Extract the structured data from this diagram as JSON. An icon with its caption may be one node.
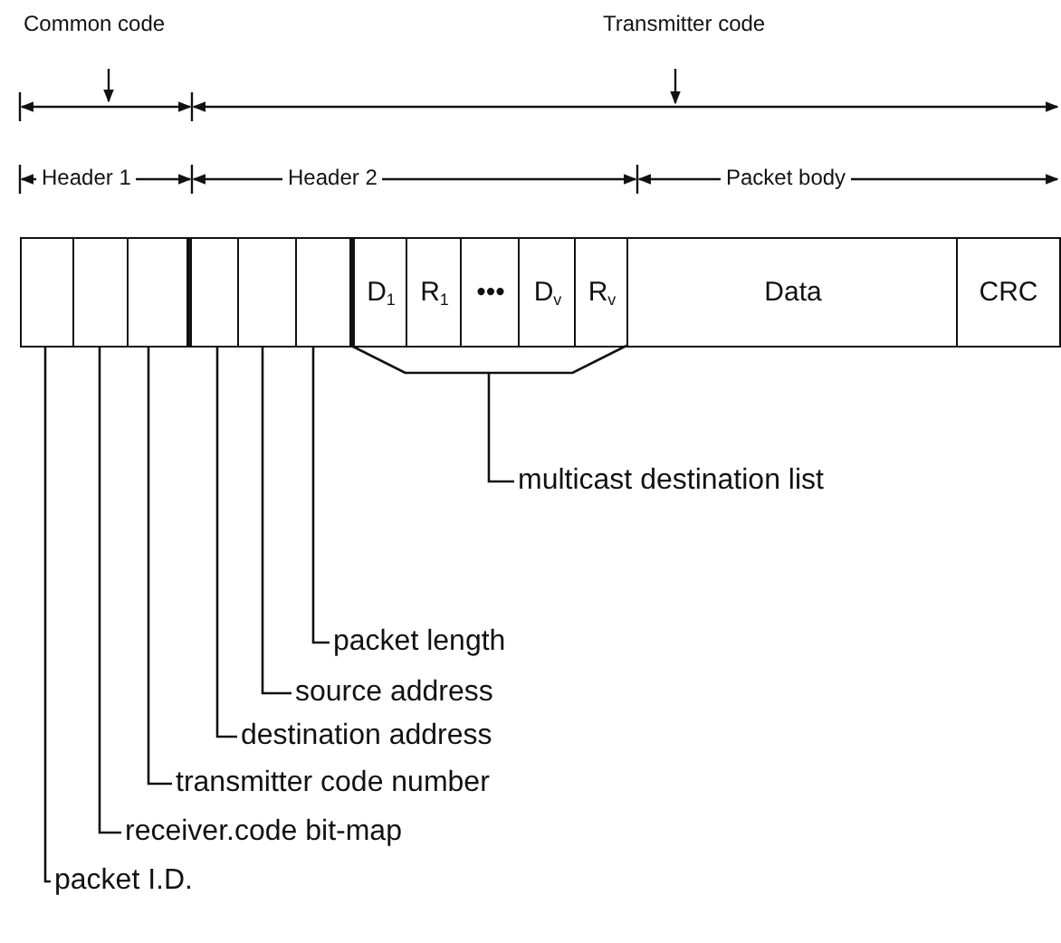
{
  "diagram": {
    "nodes": [
      {
        "text": [],
        "shape": "box"
      },
      {
        "text": [],
        "shape": "box"
      },
      {
        "text": [],
        "shape": "box"
      },
      {
        "text": [],
        "shape": "box"
      },
      {
        "text": [],
        "shape": "box"
      },
      {
        "text": [],
        "shape": "box"
      },
      {
        "text": [
          "D$_{1}$"
        ]
      },
      {
        "text": [
          "R$_{1}$"
        ]
      },
      {
        "text": [
          "•••"
        ]
      },
      {
        "text": [
          "D$_{v}$"
        ]
      },
      {
        "text": [
          "R$_{v}$"
        ]
      },
      {
        "text": [
          "Data"
        ]
      },
      {
        "text": [
          "CRC"
        ]
      },
      {
        "text": [],
        "shape": "bracket"
      },
      {
        "text": [
          "multicast destination list"
        ]
      },
      {
        "text": [
          "packet length"
        ]
      },
      {
        "text": [
          "source address"
        ]
      },
      {
        "text": [
          "destination address"
        ]
      },
      {
        "text": [
          "transmitter code number"
        ]
      },
      {
        "text": [
          "receiver.code bit-map"
        ]
      },
      {
        "text": [
          "packet I.D."
        ]
      }
    ],
    "edges": [
      {
        "from": 14,
        "to": 13,
        "arrow": "none"
      },
      {
        "from": 15,
        "to": 5,
        "arrow": "none"
      },
      {
        "from": 16,
        "to": 4,
        "arrow": "none"
      },
      {
        "from": 17,
        "to": 3,
        "arrow": "none"
      },
      {
        "from": 18,
        "to": 2,
        "arrow": "none"
      },
      {
        "from": 19,
        "to": 1,
        "arrow": "none"
      },
      {
        "from": 20,
        "to": 0,
        "arrow": "none"
      }
    ],
    "labels": [
      "Common code",
      "Transmitter code",
      "Header 1",
      "Header 2",
      "Packet body"
    ]
  }
}
